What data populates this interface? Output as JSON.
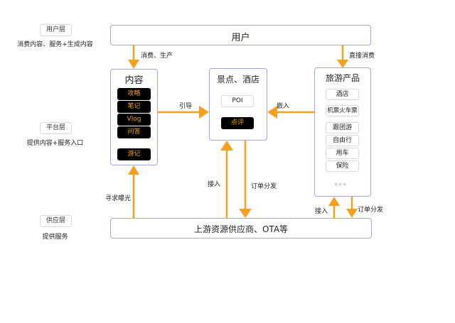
{
  "layers": [
    {
      "tag": "用户层",
      "desc": "消费内容、服务+生成内容"
    },
    {
      "tag": "平台层",
      "desc": "提供内容+服务入口"
    },
    {
      "tag": "供应层",
      "desc": "提供服务"
    }
  ],
  "user_box": {
    "title": "用户"
  },
  "content_box": {
    "title": "内容",
    "items": [
      "攻略",
      "笔记",
      "Vlog",
      "问答"
    ],
    "extra_item": "游记"
  },
  "poi_box": {
    "title": "景点、酒店",
    "poi_label": "POI",
    "review_label": "点评"
  },
  "travel_box": {
    "title": "旅游产品",
    "items": [
      "酒店",
      "机票火车票",
      "跟团游",
      "自由行",
      "用车",
      "保险"
    ],
    "more": "。。。"
  },
  "supplier_box": {
    "title": "上游资源供应商、OTA等"
  },
  "edge_labels": {
    "user_to_content": "消费、生产",
    "user_to_travel": "直接消费",
    "content_to_poi": "引导",
    "travel_to_poi": "嵌入",
    "supplier_to_content": "寻求曝光",
    "supplier_to_poi": "接入",
    "poi_to_supplier": "订单分发",
    "supplier_to_travel": "接入",
    "travel_to_supplier": "订单分发"
  },
  "colors": {
    "arrow": "#f5a020",
    "box_border": "#9ea8e8",
    "pill_dark_bg": "#000000",
    "pill_dark_text": "#f5a020"
  }
}
